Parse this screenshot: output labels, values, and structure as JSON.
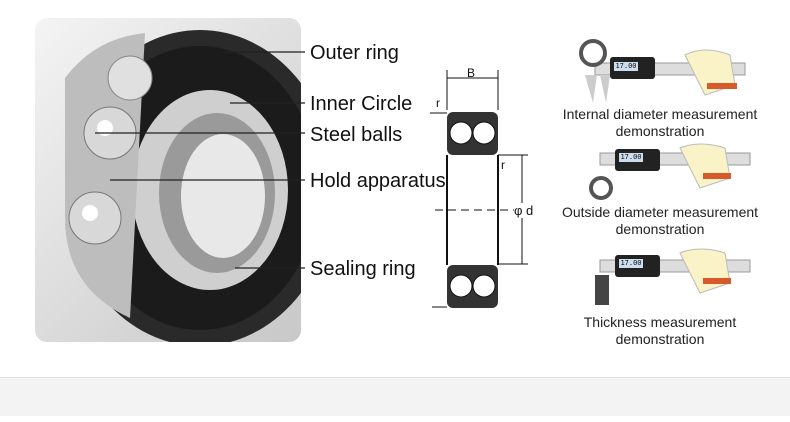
{
  "parts": [
    "Outer ring",
    "Inner Circle",
    "Steel balls",
    "Hold apparatus",
    "Sealing ring"
  ],
  "drawing": {
    "width_label": "B",
    "radius_label": "r",
    "bore_label": "φ d"
  },
  "demos": [
    {
      "title": "Internal diameter measurement",
      "subtitle": "demonstration",
      "reading": "17.00"
    },
    {
      "title": "Outside diameter measurement",
      "subtitle": "demonstration",
      "reading": "17.00"
    },
    {
      "title": "Thickness measurement",
      "subtitle": "demonstration",
      "reading": "17.00"
    }
  ]
}
